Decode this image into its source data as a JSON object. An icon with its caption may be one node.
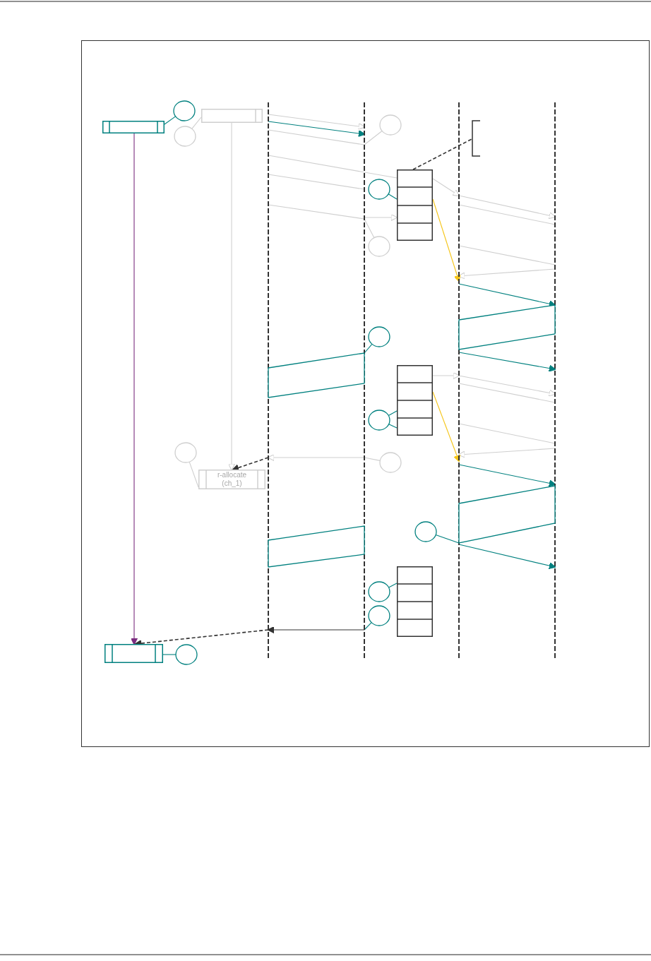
{
  "diagram": {
    "nodes": [
      {
        "text": [],
        "shape": "line"
      },
      {
        "text": [],
        "shape": "line"
      },
      {
        "text": [],
        "shape": "line"
      },
      {
        "text": [],
        "shape": "line"
      },
      {
        "text": [],
        "shape": "box"
      },
      {
        "text": [],
        "shape": "circle"
      },
      {
        "text": [],
        "shape": "circle"
      },
      {
        "text": [],
        "shape": "box"
      },
      {
        "text": [],
        "shape": "circle"
      },
      {
        "text": [],
        "shape": "bracket"
      },
      {
        "text": [],
        "shape": "circle"
      },
      {
        "text": [],
        "shape": "stack"
      },
      {
        "text": [],
        "shape": "circle"
      },
      {
        "text": [],
        "shape": "circle"
      },
      {
        "text": [],
        "shape": "parallelogram"
      },
      {
        "text": [],
        "shape": "stack"
      },
      {
        "text": [],
        "shape": "circle"
      },
      {
        "text": [],
        "shape": "parallelogram"
      },
      {
        "text": [],
        "shape": "circle"
      },
      {
        "text": [
          "r-allocate (ch_1)"
        ]
      },
      {
        "text": [],
        "shape": "circle"
      },
      {
        "text": [],
        "shape": "parallelogram"
      },
      {
        "text": [],
        "shape": "parallelogram"
      },
      {
        "text": [],
        "shape": "circle"
      },
      {
        "text": [],
        "shape": "stack"
      },
      {
        "text": [],
        "shape": "circle"
      },
      {
        "text": [],
        "shape": "circle"
      },
      {
        "text": [],
        "shape": "box"
      },
      {
        "text": [],
        "shape": "circle"
      }
    ],
    "edges": [
      {
        "from": 0,
        "to": 1,
        "arrow": "to"
      },
      {
        "from": 0,
        "to": 1,
        "arrow": "to",
        "color": "#00807f"
      },
      {
        "from": 0,
        "to": 1,
        "arrow": "none"
      },
      {
        "from": 8,
        "to": 1,
        "arrow": "none"
      },
      {
        "from": 0,
        "to": 11,
        "arrow": "none"
      },
      {
        "from": 0,
        "to": 1,
        "arrow": "none"
      },
      {
        "from": 0,
        "to": 1,
        "arrow": "none"
      },
      {
        "from": 1,
        "to": 11,
        "arrow": "to"
      },
      {
        "from": 11,
        "to": 9,
        "arrow": "none",
        "style": "dashed",
        "color": "#333333"
      },
      {
        "from": 10,
        "to": 11,
        "arrow": "none",
        "color": "#00807f"
      },
      {
        "from": 12,
        "to": 1,
        "arrow": "none"
      },
      {
        "from": 2,
        "to": 3,
        "arrow": "to"
      },
      {
        "from": 2,
        "to": 3,
        "arrow": "none"
      },
      {
        "from": 2,
        "to": 3,
        "arrow": "none"
      },
      {
        "from": 3,
        "to": 2,
        "arrow": "to"
      },
      {
        "from": 11,
        "to": 2,
        "arrow": "to",
        "color": "#f5c518"
      },
      {
        "from": 2,
        "to": 3,
        "arrow": "to",
        "color": "#00807f"
      },
      {
        "from": 2,
        "to": 3,
        "arrow": "to",
        "color": "#00807f"
      },
      {
        "from": 13,
        "to": 1,
        "arrow": "none",
        "color": "#00807f"
      },
      {
        "from": 15,
        "to": 2,
        "arrow": "to"
      },
      {
        "from": 2,
        "to": 3,
        "arrow": "to"
      },
      {
        "from": 2,
        "to": 3,
        "arrow": "none"
      },
      {
        "from": 2,
        "to": 3,
        "arrow": "none"
      },
      {
        "from": 3,
        "to": 2,
        "arrow": "to"
      },
      {
        "from": 15,
        "to": 2,
        "arrow": "to",
        "color": "#f5c518"
      },
      {
        "from": 2,
        "to": 3,
        "arrow": "to",
        "color": "#00807f"
      },
      {
        "from": 16,
        "to": 15,
        "arrow": "none",
        "color": "#00807f"
      },
      {
        "from": 16,
        "to": 15,
        "arrow": "none",
        "color": "#00807f"
      },
      {
        "from": 23,
        "to": 2,
        "arrow": "none",
        "color": "#00807f"
      },
      {
        "from": 2,
        "to": 3,
        "arrow": "to",
        "color": "#00807f"
      },
      {
        "from": 1,
        "to": 0,
        "arrow": "to"
      },
      {
        "from": 20,
        "to": 1,
        "arrow": "none"
      },
      {
        "from": 0,
        "to": 19,
        "arrow": "to",
        "style": "dashed",
        "color": "#333333"
      },
      {
        "from": 7,
        "to": 19,
        "arrow": "to"
      },
      {
        "from": 18,
        "to": 19,
        "arrow": "none"
      },
      {
        "from": 4,
        "to": 27,
        "arrow": "to",
        "color": "#7b2c7f"
      },
      {
        "from": 1,
        "to": 0,
        "arrow": "to",
        "color": "#333333"
      },
      {
        "from": 0,
        "to": 27,
        "arrow": "to",
        "style": "dashed",
        "color": "#333333"
      },
      {
        "from": 25,
        "to": 24,
        "arrow": "none",
        "color": "#00807f"
      },
      {
        "from": 26,
        "to": 1,
        "arrow": "none",
        "color": "#00807f"
      },
      {
        "from": 28,
        "to": 27,
        "arrow": "none",
        "color": "#00807f"
      },
      {
        "from": 5,
        "to": 4,
        "arrow": "none",
        "color": "#00807f"
      },
      {
        "from": 6,
        "to": 7,
        "arrow": "none"
      },
      {
        "from": 11,
        "to": 2,
        "arrow": "to"
      }
    ]
  }
}
